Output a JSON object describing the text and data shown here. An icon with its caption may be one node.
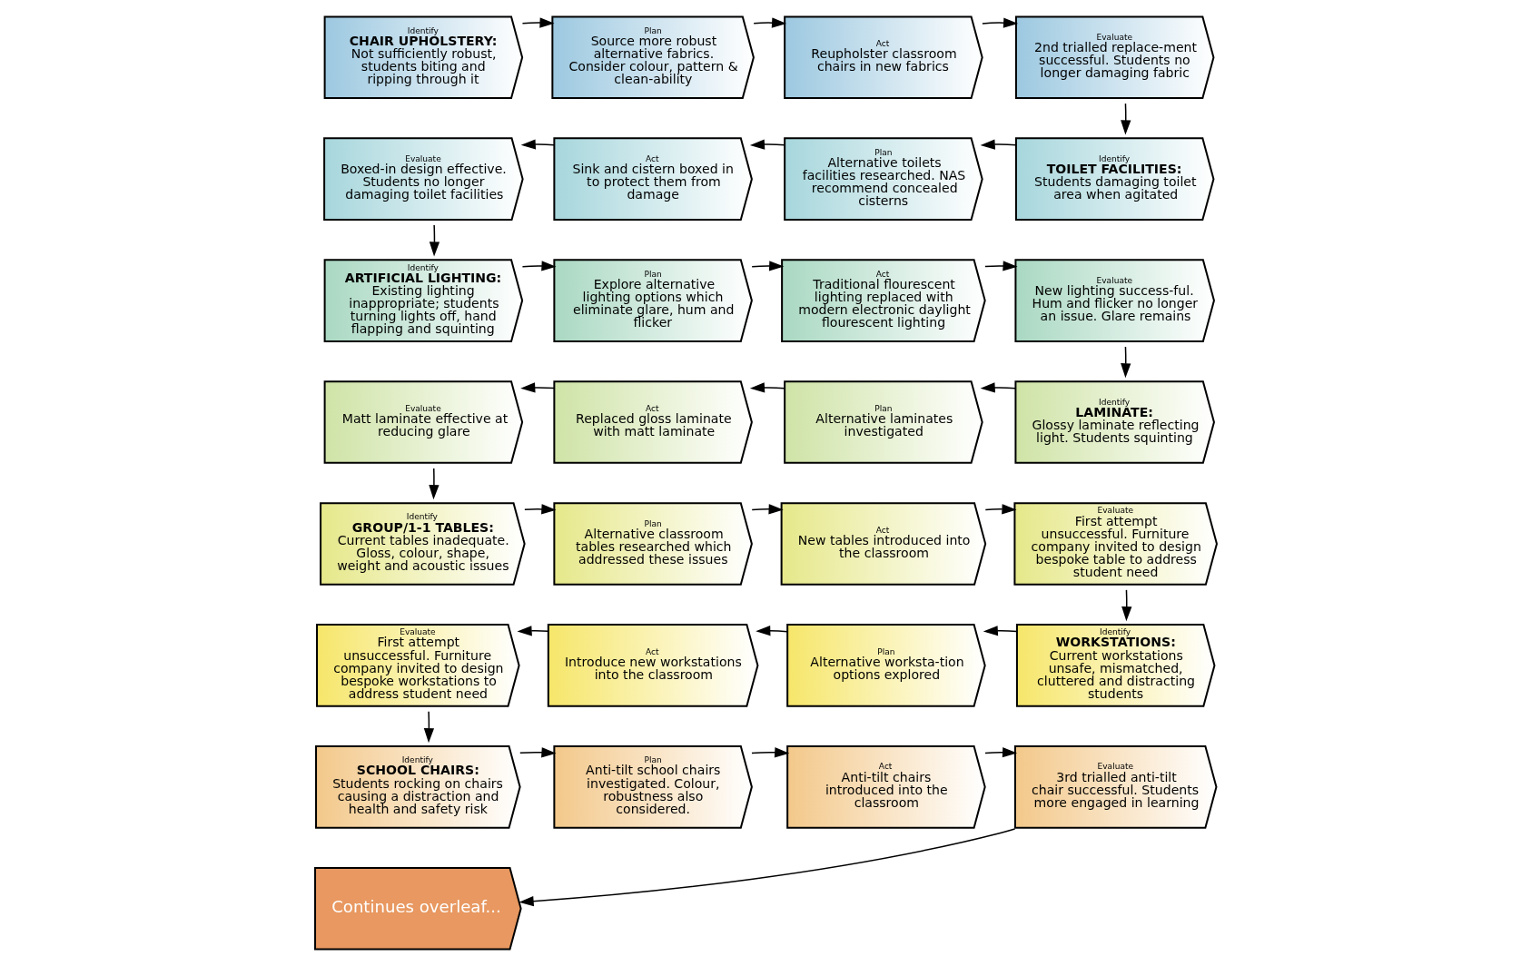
{
  "diagram": {
    "nodes": [
      {
        "text": [
          "Identify",
          "CHAIR UPHOLSTERY:",
          "Not sufficiently robust, students biting and ripping through it"
        ]
      },
      {
        "text": [
          "Plan",
          "Source more robust alternative fabrics. Consider colour, pattern & clean-ability"
        ]
      },
      {
        "text": [
          "Act",
          "Reupholster classroom chairs in new fabrics"
        ]
      },
      {
        "text": [
          "Evaluate",
          "2nd trialled replace-ment successful. Students no longer damaging fabric"
        ]
      },
      {
        "text": [
          "Identify",
          "TOILET FACILITIES:",
          "Students damaging toilet area when agitated"
        ]
      },
      {
        "text": [
          "Plan",
          "Alternative toilets facilities researched. NAS recommend concealed cisterns"
        ]
      },
      {
        "text": [
          "Act",
          "Sink and cistern boxed in to protect them from damage"
        ]
      },
      {
        "text": [
          "Evaluate",
          "Boxed-in design effective. Students no longer damaging toilet facilities"
        ]
      },
      {
        "text": [
          "Identify",
          "ARTIFICIAL LIGHTING:",
          "Existing lighting inappropriate; students turning lights off, hand flapping and squinting"
        ]
      },
      {
        "text": [
          "Plan",
          "Explore alternative lighting options which eliminate glare, hum and flicker"
        ]
      },
      {
        "text": [
          "Act",
          "Traditional flourescent lighting replaced with modern electronic daylight flourescent lighting"
        ]
      },
      {
        "text": [
          "Evaluate",
          "New lighting success-ful. Hum and flicker no longer an issue. Glare remains"
        ]
      },
      {
        "text": [
          "Identify",
          "LAMINATE:",
          "Glossy laminate reflecting light. Students squinting"
        ]
      },
      {
        "text": [
          "Plan",
          "Alternative laminates investigated"
        ]
      },
      {
        "text": [
          "Act",
          "Replaced gloss laminate with matt laminate"
        ]
      },
      {
        "text": [
          "Evaluate",
          "Matt laminate effective at reducing glare"
        ]
      },
      {
        "text": [
          "Identify",
          "GROUP/1-1 TABLES:",
          "Current tables inadequate. Gloss, colour, shape, weight and acoustic issues"
        ]
      },
      {
        "text": [
          "Plan",
          "Alternative classroom tables researched which addressed these issues"
        ]
      },
      {
        "text": [
          "Act",
          "New tables introduced into the classroom"
        ]
      },
      {
        "text": [
          "Evaluate",
          "First attempt unsuccessful. Furniture company invited to design bespoke table to address student need"
        ]
      },
      {
        "text": [
          "Identify",
          "WORKSTATIONS:",
          "Current workstations unsafe, mismatched, cluttered and distracting students"
        ]
      },
      {
        "text": [
          "Plan",
          "Alternative worksta-tion options explored"
        ]
      },
      {
        "text": [
          "Act",
          "Introduce new workstations into the classroom"
        ]
      },
      {
        "text": [
          "Evaluate",
          "First attempt unsuccessful. Furniture company invited to design bespoke workstations to address student need"
        ]
      },
      {
        "text": [
          "Identify",
          "SCHOOL CHAIRS:",
          "Students rocking on chairs causing a distraction and health and safety risk"
        ]
      },
      {
        "text": [
          "Plan",
          "Anti-tilt school chairs investigated. Colour, robustness also considered."
        ]
      },
      {
        "text": [
          "Act",
          "Anti-tilt chairs introduced into the classroom"
        ]
      },
      {
        "text": [
          "Evaluate",
          "3rd trialled anti-tilt chair successful. Students more engaged in learning"
        ]
      },
      {
        "text": [
          "Continues overleaf..."
        ]
      }
    ],
    "edges": [
      {
        "from": 0,
        "to": 1,
        "arrow": "to"
      },
      {
        "from": 1,
        "to": 2,
        "arrow": "to"
      },
      {
        "from": 2,
        "to": 3,
        "arrow": "to"
      },
      {
        "from": 3,
        "to": 4,
        "arrow": "to"
      },
      {
        "from": 4,
        "to": 5,
        "arrow": "to"
      },
      {
        "from": 5,
        "to": 6,
        "arrow": "to"
      },
      {
        "from": 6,
        "to": 7,
        "arrow": "to"
      },
      {
        "from": 7,
        "to": 8,
        "arrow": "to"
      },
      {
        "from": 8,
        "to": 9,
        "arrow": "to"
      },
      {
        "from": 9,
        "to": 10,
        "arrow": "to"
      },
      {
        "from": 10,
        "to": 11,
        "arrow": "to"
      },
      {
        "from": 11,
        "to": 12,
        "arrow": "to"
      },
      {
        "from": 12,
        "to": 13,
        "arrow": "to"
      },
      {
        "from": 13,
        "to": 14,
        "arrow": "to"
      },
      {
        "from": 14,
        "to": 15,
        "arrow": "to"
      },
      {
        "from": 15,
        "to": 16,
        "arrow": "to"
      },
      {
        "from": 16,
        "to": 17,
        "arrow": "to"
      },
      {
        "from": 17,
        "to": 18,
        "arrow": "to"
      },
      {
        "from": 18,
        "to": 19,
        "arrow": "to"
      },
      {
        "from": 19,
        "to": 20,
        "arrow": "to"
      },
      {
        "from": 20,
        "to": 21,
        "arrow": "to"
      },
      {
        "from": 21,
        "to": 22,
        "arrow": "to"
      },
      {
        "from": 22,
        "to": 23,
        "arrow": "to"
      },
      {
        "from": 23,
        "to": 24,
        "arrow": "to"
      },
      {
        "from": 24,
        "to": 25,
        "arrow": "to"
      },
      {
        "from": 25,
        "to": 26,
        "arrow": "to"
      },
      {
        "from": 26,
        "to": 27,
        "arrow": "to"
      },
      {
        "from": 27,
        "to": 28,
        "arrow": "to"
      }
    ]
  }
}
